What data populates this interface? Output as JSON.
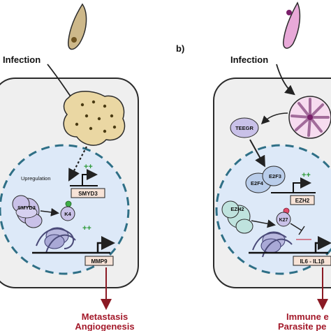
{
  "panel_b_label": "b)",
  "left": {
    "infection_label": "Infection",
    "upregulation_label": "Upregulation",
    "gene_box_1": "SMYD3",
    "protein_smyd3": "SMYD3",
    "mark_k4": "K4",
    "gene_box_2": "MMP9",
    "plus_sign": "++",
    "outcome_line1": "Metastasis",
    "outcome_line2": "Angiogenesis"
  },
  "right": {
    "infection_label": "Infection",
    "protein_teegr": "TEEGR",
    "protein_e2f4": "E2F4",
    "protein_e2f3": "E2F3",
    "gene_box_1": "EZH2",
    "protein_ezh2": "EZH2",
    "mark_k27": "K27",
    "gene_box_2": "IL6 - IL1β",
    "plus_sign": "++",
    "minus_sign": "——",
    "outcome_line1": "Immune e",
    "outcome_line2": "Parasite pe"
  },
  "colors": {
    "cell_fill": "#efefef",
    "nucleus_fill": "#dde9f8",
    "nucleus_dash": "#2e6f86",
    "parasite_left": "#cdb88a",
    "parasite_right": "#e8a9d8",
    "host_body": "#ead7a3",
    "protein_purple": "#c9c1e8",
    "protein_blue": "#b9cdea",
    "protein_teal": "#bfe3de",
    "plus_green": "#2f9a3a",
    "minus_red": "#c8283c",
    "outcome_red": "#a3192a",
    "mark_green": "#3fae48",
    "mark_pink": "#e14b6b"
  }
}
